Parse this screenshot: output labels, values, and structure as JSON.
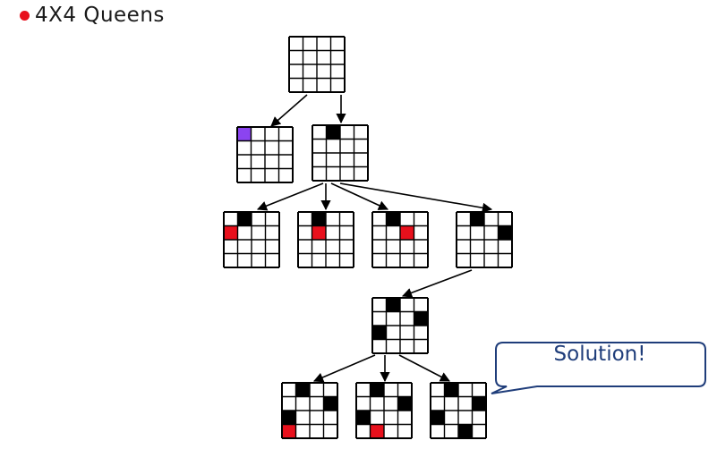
{
  "title": "4X4 Queens",
  "colors": {
    "bullet": "#e8101c",
    "queen": "#000000",
    "conflict": "#e8101c",
    "first_try": "#8b44f0",
    "grid_line": "#000000",
    "callout_border": "#1f3d7a",
    "callout_text": "#1f3d7a"
  },
  "callout": {
    "text": "Solution!"
  },
  "tree": [
    {
      "id": "root",
      "parent": null,
      "marks": []
    },
    {
      "id": "n1a",
      "parent": "root",
      "marks": [
        {
          "row": 0,
          "col": 0,
          "kind": "first_try"
        }
      ]
    },
    {
      "id": "n1b",
      "parent": "root",
      "marks": [
        {
          "row": 0,
          "col": 1,
          "kind": "queen"
        }
      ]
    },
    {
      "id": "n2a",
      "parent": "n1b",
      "marks": [
        {
          "row": 0,
          "col": 1,
          "kind": "queen"
        },
        {
          "row": 1,
          "col": 0,
          "kind": "conflict"
        }
      ]
    },
    {
      "id": "n2b",
      "parent": "n1b",
      "marks": [
        {
          "row": 0,
          "col": 1,
          "kind": "queen"
        },
        {
          "row": 1,
          "col": 1,
          "kind": "conflict"
        }
      ]
    },
    {
      "id": "n2c",
      "parent": "n1b",
      "marks": [
        {
          "row": 0,
          "col": 1,
          "kind": "queen"
        },
        {
          "row": 1,
          "col": 2,
          "kind": "conflict"
        }
      ]
    },
    {
      "id": "n2d",
      "parent": "n1b",
      "marks": [
        {
          "row": 0,
          "col": 1,
          "kind": "queen"
        },
        {
          "row": 1,
          "col": 3,
          "kind": "queen"
        }
      ]
    },
    {
      "id": "n3",
      "parent": "n2d",
      "marks": [
        {
          "row": 0,
          "col": 1,
          "kind": "queen"
        },
        {
          "row": 1,
          "col": 3,
          "kind": "queen"
        },
        {
          "row": 2,
          "col": 0,
          "kind": "queen"
        }
      ]
    },
    {
      "id": "n4a",
      "parent": "n3",
      "marks": [
        {
          "row": 0,
          "col": 1,
          "kind": "queen"
        },
        {
          "row": 1,
          "col": 3,
          "kind": "queen"
        },
        {
          "row": 2,
          "col": 0,
          "kind": "queen"
        },
        {
          "row": 3,
          "col": 0,
          "kind": "conflict"
        }
      ]
    },
    {
      "id": "n4b",
      "parent": "n3",
      "marks": [
        {
          "row": 0,
          "col": 1,
          "kind": "queen"
        },
        {
          "row": 1,
          "col": 3,
          "kind": "queen"
        },
        {
          "row": 2,
          "col": 0,
          "kind": "queen"
        },
        {
          "row": 3,
          "col": 1,
          "kind": "conflict"
        }
      ]
    },
    {
      "id": "n4c",
      "parent": "n3",
      "marks": [
        {
          "row": 0,
          "col": 1,
          "kind": "queen"
        },
        {
          "row": 1,
          "col": 3,
          "kind": "queen"
        },
        {
          "row": 2,
          "col": 0,
          "kind": "queen"
        },
        {
          "row": 3,
          "col": 2,
          "kind": "queen"
        }
      ]
    }
  ]
}
